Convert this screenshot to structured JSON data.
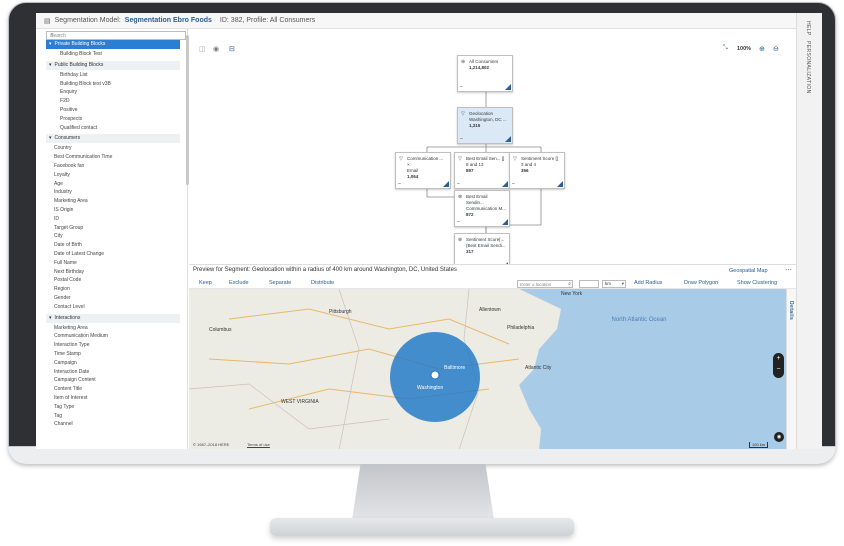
{
  "app": {
    "model_label": "Segmentation Model:",
    "model_name": "Segmentation Ebro Foods",
    "id_text": "ID: 382, Profile: All Consumers"
  },
  "side_tabs": [
    "HELP",
    "PERSONALIZATION"
  ],
  "left": {
    "search_placeholder": "Search",
    "groups": [
      {
        "title": "Private Building Blocks",
        "selected": true,
        "items": [
          "Building Block Test"
        ]
      },
      {
        "title": "Public Building Blocks",
        "items": [
          "Birthday List",
          "Building Block test v3B",
          "Enquiry",
          "F2D",
          "Positive",
          "Prospects",
          "Qualified contact"
        ]
      },
      {
        "title": "Consumers",
        "items": [
          "Country",
          "Best Communication Time",
          "Facebook fan",
          "Loyalty",
          "Age",
          "Industry",
          "Marketing Area",
          "IS Origin",
          "ID",
          "Target Group",
          "City",
          "Date of Birth",
          "Date of Latest Change",
          "Full Name",
          "Next Birthday",
          "Postal Code",
          "Region",
          "Gender",
          "Contact Level"
        ]
      },
      {
        "title": "Interactions",
        "items": [
          "Marketing Area",
          "Communication Medium",
          "Interaction Type",
          "Time Stamp",
          "Campaign",
          "Interaction Date",
          "Campaign Content",
          "Content Title",
          "Item of Interest",
          "Tag Type",
          "Tag",
          "Channel"
        ]
      }
    ]
  },
  "toolbar": {
    "zoom": "100%"
  },
  "nodes": [
    {
      "title": "All Consumers",
      "sub": "",
      "count": "1,214,802"
    },
    {
      "title": "Geolocation",
      "sub": "Washington, DC ...",
      "count": "1,315"
    },
    {
      "title": "Communication ... ×",
      "sub": "Email",
      "count": "1,064"
    },
    {
      "title": "Best Email Sen... []",
      "sub": "8 and 13",
      "count": "897"
    },
    {
      "title": "Sentiment Score []",
      "sub": "3 and 4",
      "count": "356"
    },
    {
      "title": "Best Email Sendin...",
      "sub": "Communication M...",
      "count": "872"
    },
    {
      "title": "Sentiment Score[...",
      "sub": "(Best Email Sendi...",
      "count": "317"
    }
  ],
  "preview": {
    "title": "Preview for Segment: Geolocation within a radius of 400 km around Washington, DC, United States",
    "map_type": "Geospatial Map",
    "actions": [
      "Keep",
      "Exclude",
      "Separate",
      "Distribute"
    ],
    "location_placeholder": "Enter a location",
    "unit": "km",
    "add_radius": "Add Radius",
    "draw_polygon": "Draw Polygon",
    "show_clustering": "Show Clustering",
    "details": "Details",
    "copyright": "© 1987–2018 HERE",
    "terms": "Terms of use",
    "scale": "100 km"
  },
  "map": {
    "ocean": "North Atlantic Ocean",
    "cities": [
      "Columbus",
      "Pittsburgh",
      "Philadelphia",
      "WEST VIRGINIA",
      "Washington",
      "Baltimore",
      "Atlantic City",
      "New York",
      "Allentown"
    ],
    "circle_color": "#1f78c8"
  }
}
